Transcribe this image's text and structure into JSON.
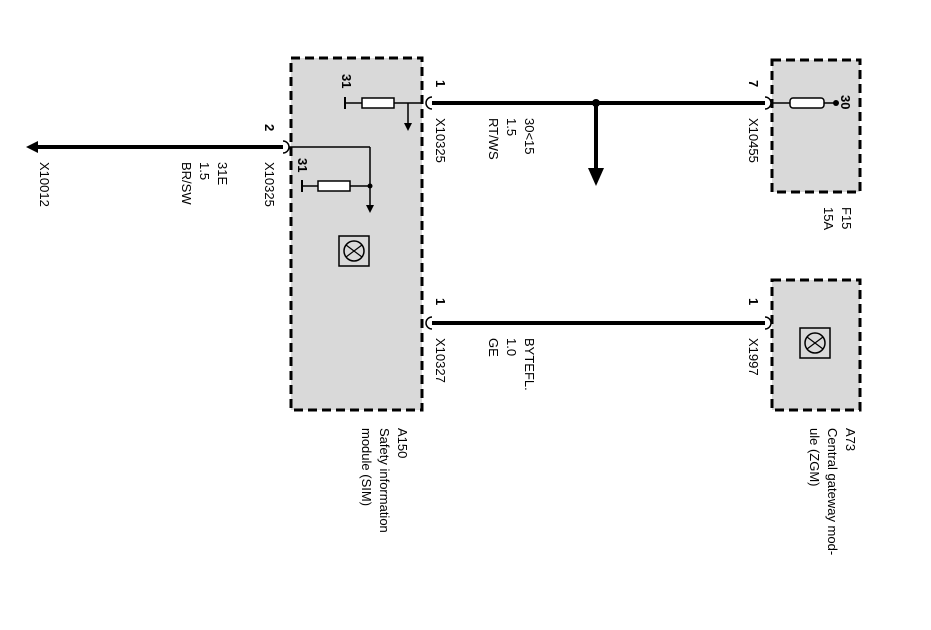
{
  "ground_left": {
    "connector": "X10012"
  },
  "wire_ground": {
    "pin": "2",
    "connector": "X10325",
    "circuit": "31E",
    "size": "1.5",
    "color": "BR/SW"
  },
  "module_sim": {
    "id": "A150",
    "name_line1": "Safety information",
    "name_line2": "module (SIM)",
    "internal_ground_1": "31",
    "internal_ground_2": "31"
  },
  "wire_power": {
    "pin_left": "1",
    "connector_left": "X10325",
    "circuit": "30<15",
    "size": "1.5",
    "color": "RT/WS",
    "pin_right": "7",
    "connector_right": "X10455"
  },
  "fuse": {
    "terminal": "30",
    "id": "F15",
    "rating": "15A"
  },
  "wire_bus": {
    "pin_left": "1",
    "connector_left": "X10327",
    "circuit": "BYTEFL.",
    "size": "1.0",
    "color": "GE",
    "pin_right": "1",
    "connector_right": "X1997"
  },
  "module_zgm": {
    "id": "A73",
    "name_line1": "Central gateway mod-",
    "name_line2": "ule (ZGM)"
  }
}
